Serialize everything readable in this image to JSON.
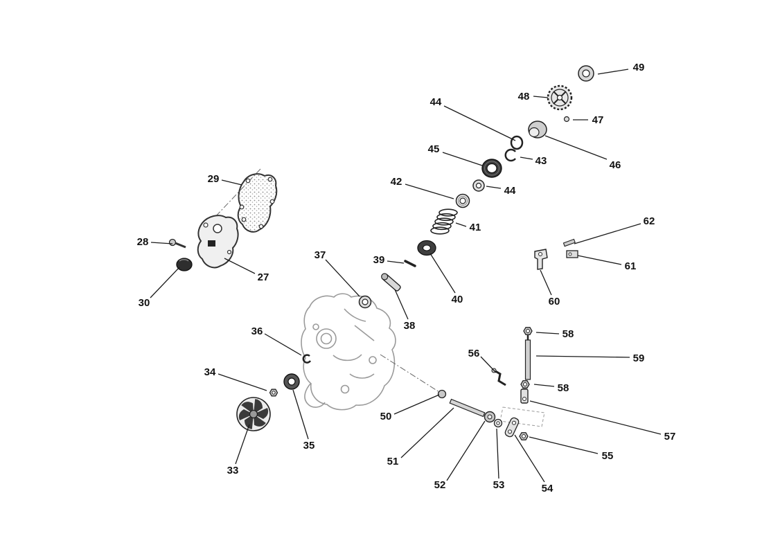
{
  "diagram": {
    "type": "exploded-parts-diagram",
    "subject": "engine side cover, water pump and oil pump drive exploded view",
    "background_color": "#ffffff",
    "line_color": "#1a1a1a",
    "callouts": [
      {
        "num": "49"
      },
      {
        "num": "48"
      },
      {
        "num": "47"
      },
      {
        "num": "46"
      },
      {
        "num": "44"
      },
      {
        "num": "43"
      },
      {
        "num": "45"
      },
      {
        "num": "44"
      },
      {
        "num": "42"
      },
      {
        "num": "41"
      },
      {
        "num": "40"
      },
      {
        "num": "39"
      },
      {
        "num": "37"
      },
      {
        "num": "38"
      },
      {
        "num": "62"
      },
      {
        "num": "61"
      },
      {
        "num": "60"
      },
      {
        "num": "29"
      },
      {
        "num": "28"
      },
      {
        "num": "27"
      },
      {
        "num": "30"
      },
      {
        "num": "36"
      },
      {
        "num": "34"
      },
      {
        "num": "35"
      },
      {
        "num": "33"
      },
      {
        "num": "58"
      },
      {
        "num": "59"
      },
      {
        "num": "58"
      },
      {
        "num": "56"
      },
      {
        "num": "57"
      },
      {
        "num": "50"
      },
      {
        "num": "51"
      },
      {
        "num": "52"
      },
      {
        "num": "53"
      },
      {
        "num": "54"
      },
      {
        "num": "55"
      }
    ]
  }
}
